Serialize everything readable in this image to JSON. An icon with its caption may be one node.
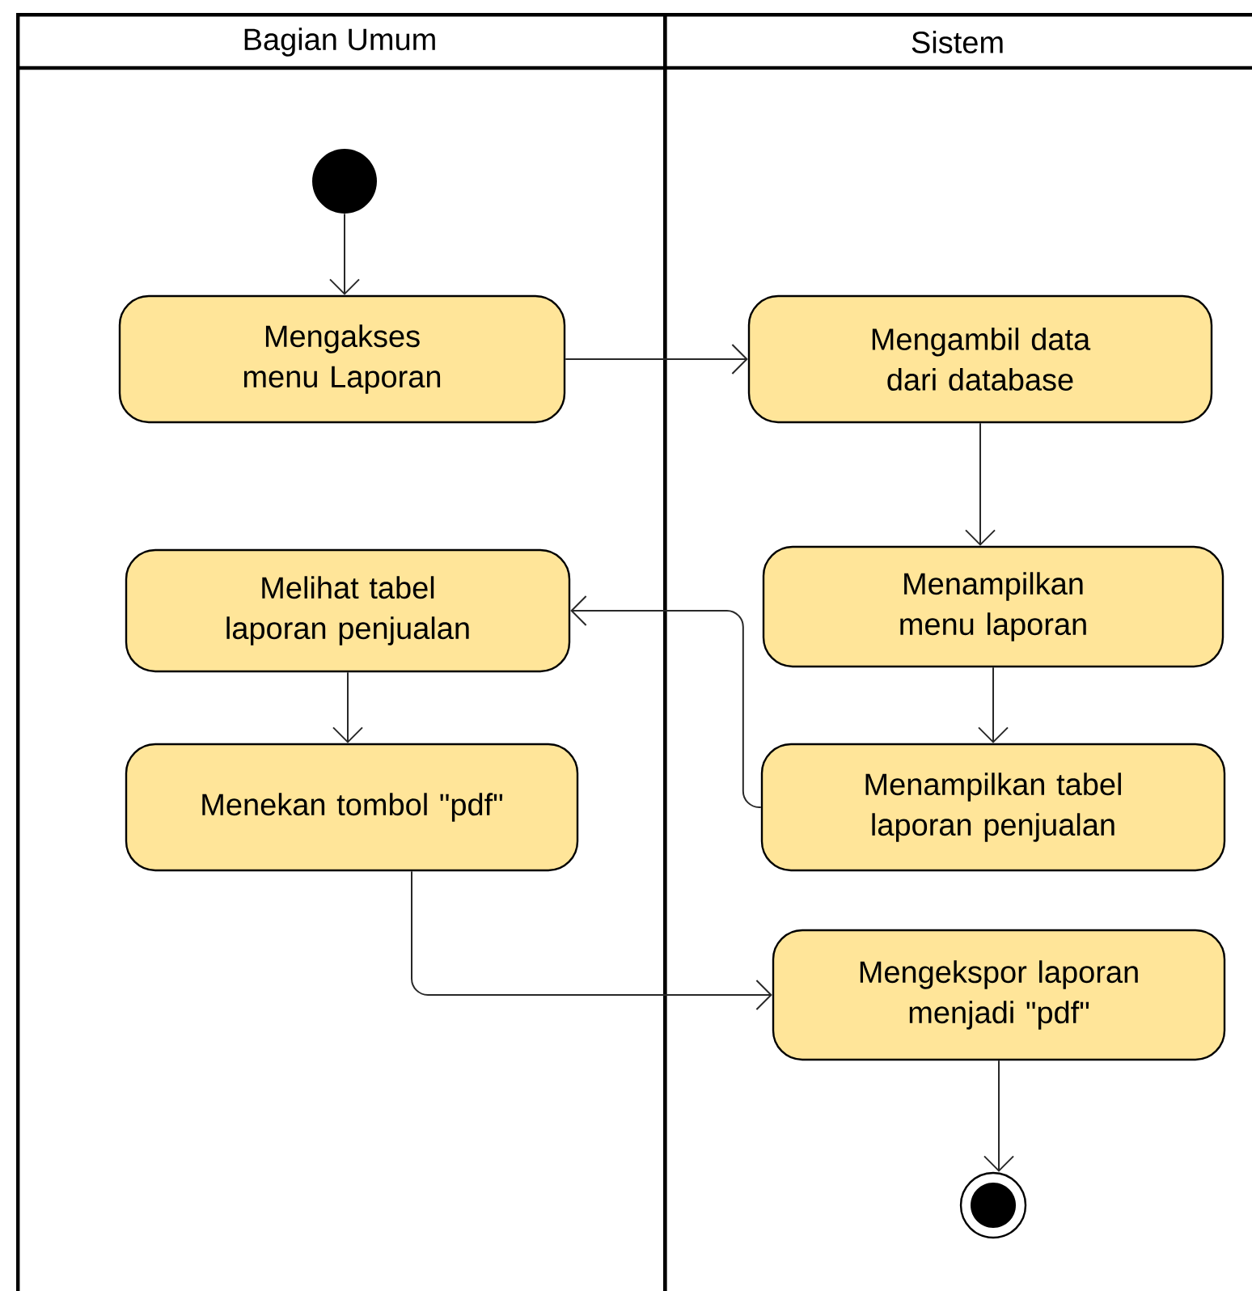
{
  "diagram": {
    "nodes": [
      {
        "text": [
          "Bagian Umum"
        ]
      },
      {
        "text": [
          "Sistem"
        ]
      },
      {
        "text": [],
        "shape": "circle",
        "in": 0
      },
      {
        "text": [
          "Mengakses menu Laporan"
        ],
        "in": 0
      },
      {
        "text": [
          "Mengambil data dari database"
        ],
        "in": 1
      },
      {
        "text": [
          "Melihat tabel laporan penjualan"
        ],
        "in": 0
      },
      {
        "text": [
          "Menampilkan menu laporan"
        ],
        "in": 1
      },
      {
        "text": [
          "Menekan tombol \"pdf\""
        ],
        "in": 0
      },
      {
        "text": [
          "Menampilkan tabel laporan penjualan"
        ],
        "in": 1
      },
      {
        "text": [
          "Mengekspor laporan menjadi \"pdf\""
        ],
        "in": 1
      },
      {
        "text": [],
        "shape": "circle",
        "in": 1
      }
    ],
    "edges": [
      {
        "from": 2,
        "to": 3,
        "arrow": "to"
      },
      {
        "from": 3,
        "to": 4,
        "arrow": "to"
      },
      {
        "from": 4,
        "to": 6,
        "arrow": "to"
      },
      {
        "from": 6,
        "to": 8,
        "arrow": "to"
      },
      {
        "from": 8,
        "to": 5,
        "arrow": "to"
      },
      {
        "from": 5,
        "to": 7,
        "arrow": "to"
      },
      {
        "from": 7,
        "to": 9,
        "arrow": "to"
      },
      {
        "from": 9,
        "to": 10,
        "arrow": "to"
      }
    ]
  }
}
